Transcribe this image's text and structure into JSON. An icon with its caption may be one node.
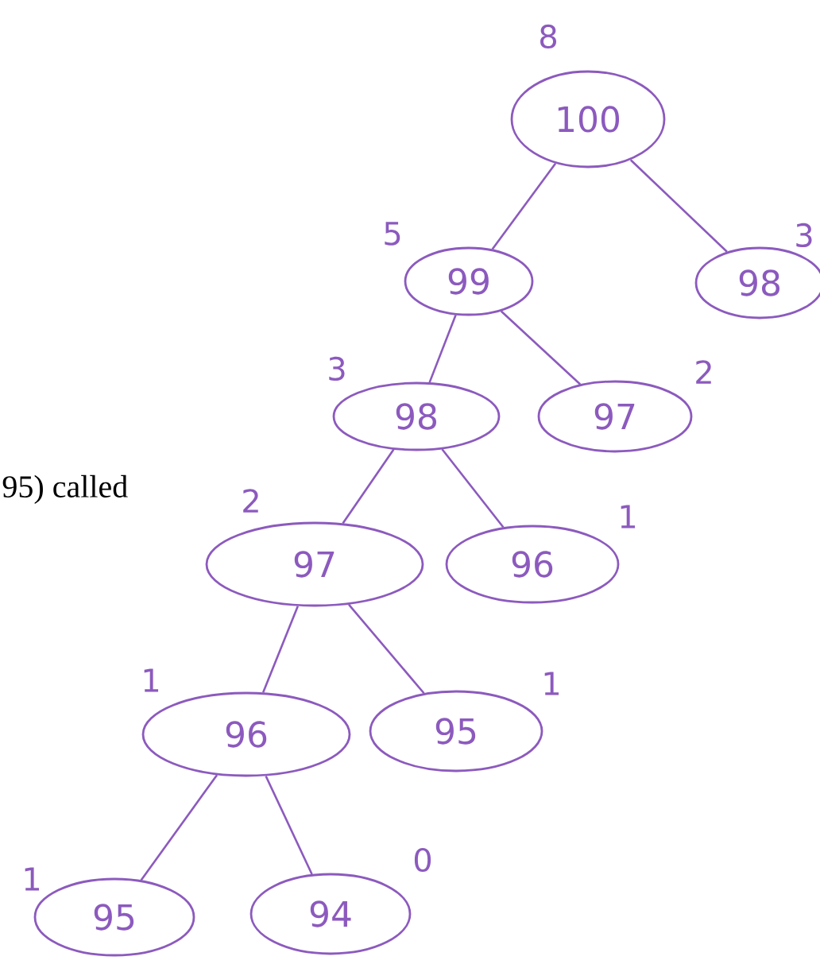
{
  "diagram": {
    "nodes": [
      {
        "text": [
          "100"
        ],
        "beside": [
          "8"
        ]
      },
      {
        "text": [
          "99"
        ],
        "beside": [
          "5"
        ]
      },
      {
        "text": [
          "98"
        ],
        "beside": [
          "3"
        ]
      },
      {
        "text": [
          "98"
        ],
        "beside": [
          "3"
        ]
      },
      {
        "text": [
          "97"
        ],
        "beside": [
          "2"
        ]
      },
      {
        "text": [
          "97"
        ],
        "beside": [
          "2"
        ]
      },
      {
        "text": [
          "96"
        ],
        "beside": [
          "1"
        ]
      },
      {
        "text": [
          "96"
        ],
        "beside": [
          "1"
        ]
      },
      {
        "text": [
          "95"
        ],
        "beside": [
          "1"
        ]
      },
      {
        "text": [
          "95"
        ],
        "beside": [
          "1"
        ]
      },
      {
        "text": [
          "94"
        ],
        "beside": [
          "0"
        ]
      }
    ],
    "edges": [
      {
        "from": 0,
        "to": 1,
        "arrow": "none"
      },
      {
        "from": 0,
        "to": 2,
        "arrow": "none"
      },
      {
        "from": 1,
        "to": 3,
        "arrow": "none"
      },
      {
        "from": 1,
        "to": 4,
        "arrow": "none"
      },
      {
        "from": 3,
        "to": 5,
        "arrow": "none"
      },
      {
        "from": 3,
        "to": 6,
        "arrow": "none"
      },
      {
        "from": 5,
        "to": 7,
        "arrow": "none"
      },
      {
        "from": 5,
        "to": 8,
        "arrow": "none"
      },
      {
        "from": 7,
        "to": 9,
        "arrow": "none"
      },
      {
        "from": 7,
        "to": 10,
        "arrow": "none"
      }
    ],
    "labels": [
      "95) called"
    ]
  }
}
